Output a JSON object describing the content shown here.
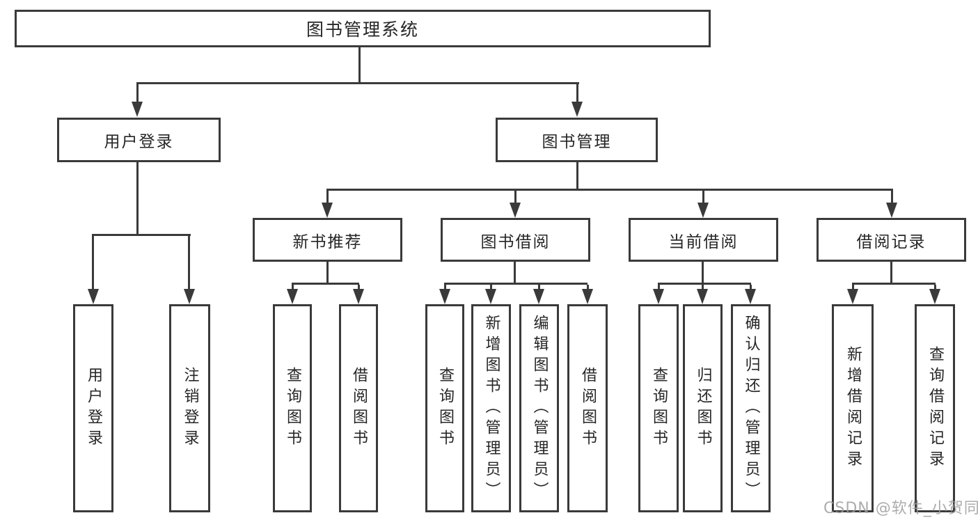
{
  "colors": {
    "line": "#3a3a3a",
    "box_border": "#3a3a3a",
    "box_background": "#ffffff",
    "text": "#262626",
    "canvas_background": "#ffffff",
    "watermark_text": "#9e9e9e"
  },
  "tree": {
    "label": "图书管理系统",
    "children": [
      {
        "label": "用户登录",
        "children": [
          {
            "label": "用户登录"
          },
          {
            "label": "注销登录"
          }
        ]
      },
      {
        "label": "图书管理",
        "children": [
          {
            "label": "新书推荐",
            "children": [
              {
                "label": "查询图书"
              },
              {
                "label": "借阅图书"
              }
            ]
          },
          {
            "label": "图书借阅",
            "children": [
              {
                "label": "查询图书"
              },
              {
                "label": "新增图书（管理员）"
              },
              {
                "label": "编辑图书（管理员）"
              },
              {
                "label": "借阅图书"
              }
            ]
          },
          {
            "label": "当前借阅",
            "children": [
              {
                "label": "查询图书"
              },
              {
                "label": "归还图书"
              },
              {
                "label": "确认归还（管理员）"
              }
            ]
          },
          {
            "label": "借阅记录",
            "children": [
              {
                "label": "新增借阅记录"
              },
              {
                "label": "查询借阅记录"
              }
            ]
          }
        ]
      }
    ]
  },
  "watermark": "CSDN @软件_小贺同学"
}
